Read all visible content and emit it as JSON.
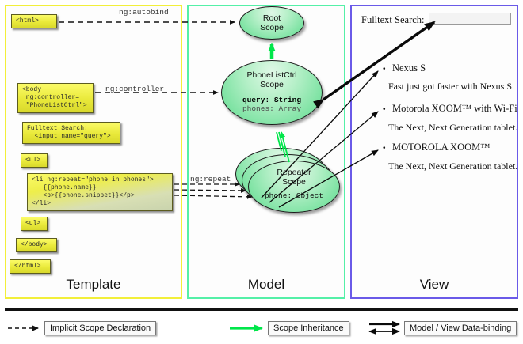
{
  "columns": {
    "template": {
      "label": "Template",
      "border_color": "#f2ef3a"
    },
    "model": {
      "label": "Model",
      "border_color": "#55f0a8"
    },
    "view": {
      "label": "View",
      "border_color": "#6a5ae8"
    }
  },
  "template_boxes": {
    "html_open": "<html>",
    "body_open": "<body\n ng:controller=\n \"PhoneListCtrl\">",
    "search": "Fulltext Search:",
    "search_input": "  <input name=\"query\">",
    "ul_open": "<ul>",
    "li_block": "<li ng:repeat=\"phone in phones\">\n   {{phone.name}}\n   <p>{{phone.snippet}}</p>\n</li>",
    "ul_close": "<ul>",
    "body_close": "</body>",
    "html_close": "</html>"
  },
  "edge_labels": {
    "autobind": "ng:autobind",
    "controller": "ng:controller",
    "repeat": "ng:repeat"
  },
  "scopes": {
    "root": {
      "line1": "Root",
      "line2": "Scope"
    },
    "ctrl": {
      "line1": "PhoneListCtrl",
      "line2": "Scope",
      "prop1": "query: String",
      "prop2": "phones: Array"
    },
    "repeater": {
      "line1": "Repeater",
      "line2": "Scope",
      "prop1": "phone: Object"
    }
  },
  "view": {
    "search_label": "Fulltext Search:",
    "search_value": "",
    "bullet": "•",
    "items": [
      {
        "name": "Nexus S",
        "desc": "Fast just got faster with Nexus S."
      },
      {
        "name": "Motorola XOOM™  with Wi-Fi",
        "desc": "The Next, Next Generation tablet."
      },
      {
        "name": "MOTOROLA XOOM™",
        "desc": "The Next, Next Generation tablet."
      }
    ]
  },
  "legend": {
    "implicit": "Implicit Scope Declaration",
    "inheritance": "Scope Inheritance",
    "databinding": "Model / View Data-binding"
  },
  "colors": {
    "scope_green": "#7fe3a4",
    "inherit_arrow": "#00e64a",
    "code_yellow": "#e9e93a"
  }
}
